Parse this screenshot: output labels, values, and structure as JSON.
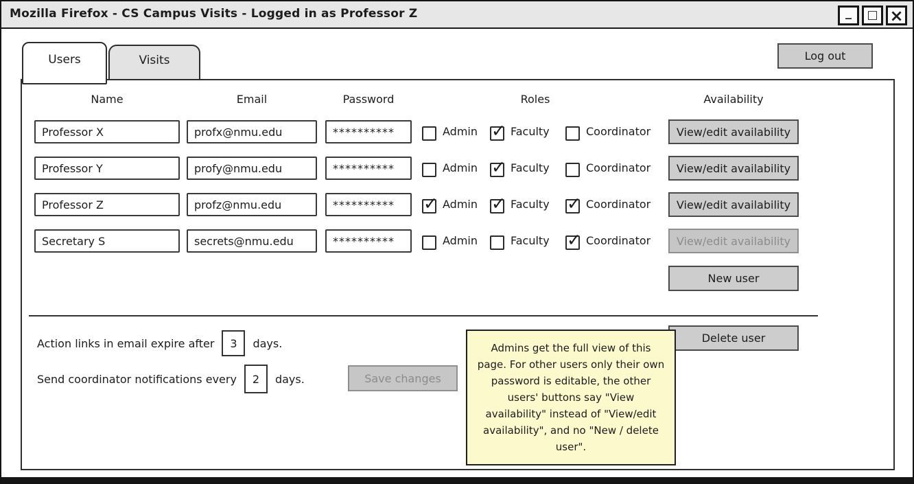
{
  "window": {
    "title": "Mozilla Firefox - CS Campus Visits - Logged in as Professor Z",
    "controls": {
      "minimize": "_",
      "maximize": "□",
      "close": "×"
    }
  },
  "header": {
    "logout_label": "Log out"
  },
  "tabs": [
    {
      "label": "Users",
      "active": true
    },
    {
      "label": "Visits",
      "active": false
    }
  ],
  "table": {
    "headers": {
      "name": "Name",
      "email": "Email",
      "password": "Password",
      "roles": "Roles",
      "availability": "Availability"
    },
    "role_labels": {
      "admin": "Admin",
      "faculty": "Faculty",
      "coordinator": "Coordinator"
    },
    "rows": [
      {
        "name": "Professor X",
        "email": "profx@nmu.edu",
        "password": "**********",
        "admin": false,
        "faculty": true,
        "coordinator": false,
        "availability_label": "View/edit availability",
        "availability_disabled": false
      },
      {
        "name": "Professor Y",
        "email": "profy@nmu.edu",
        "password": "**********",
        "admin": false,
        "faculty": true,
        "coordinator": false,
        "availability_label": "View/edit availability",
        "availability_disabled": false
      },
      {
        "name": "Professor Z",
        "email": "profz@nmu.edu",
        "password": "**********",
        "admin": true,
        "faculty": true,
        "coordinator": true,
        "availability_label": "View/edit availability",
        "availability_disabled": false
      },
      {
        "name": "Secretary S",
        "email": "secrets@nmu.edu",
        "password": "**********",
        "admin": false,
        "faculty": false,
        "coordinator": true,
        "availability_label": "View/edit availability",
        "availability_disabled": true
      }
    ]
  },
  "buttons": {
    "new_user": "New user",
    "delete_user": "Delete user",
    "save_changes": "Save changes",
    "save_disabled": true
  },
  "settings": {
    "expire_label": "Action links in email expire after",
    "expire_value": "3",
    "expire_suffix": "days.",
    "notify_label": "Send coordinator notifications every",
    "notify_value": "2",
    "notify_suffix": "days."
  },
  "note": {
    "text": "Admins get the full view of this page. For other users only their own password is editable, the other users' buttons say \"View availability\" instead of \"View/edit availability\", and no \"New / delete user\"."
  },
  "icons": {
    "check": "✓"
  },
  "colors": {
    "titlebar_bg": "#e7e7e7",
    "tab_inactive_bg": "#e3e3e3",
    "button_bg": "#cdcdcd",
    "disabled_text": "#8c8c8c",
    "note_bg": "#fcfacd",
    "border_dark": "#1a1a1a"
  }
}
